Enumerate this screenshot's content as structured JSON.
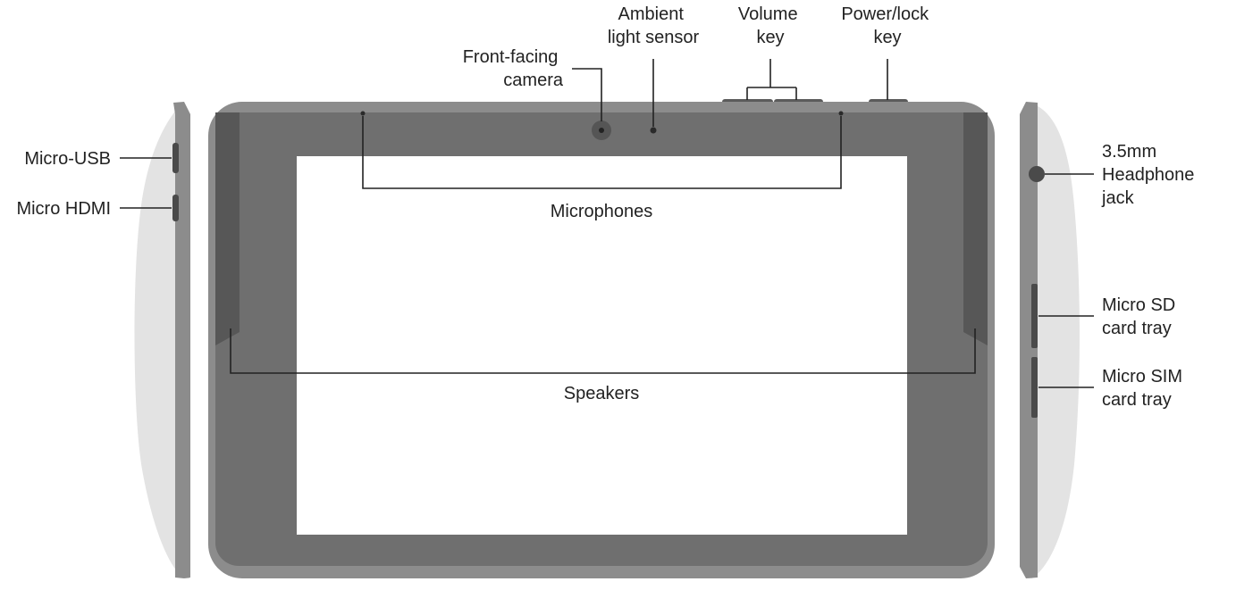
{
  "labels": {
    "front_camera": [
      "Front-facing",
      "camera"
    ],
    "ambient_light_sensor": [
      "Ambient",
      "light sensor"
    ],
    "volume_key": [
      "Volume",
      "key"
    ],
    "power_lock_key": [
      "Power/lock",
      "key"
    ],
    "micro_usb": "Micro-USB",
    "micro_hdmi": "Micro HDMI",
    "microphones": "Microphones",
    "speakers": "Speakers",
    "headphone_jack": [
      "3.5mm",
      "Headphone",
      "jack"
    ],
    "micro_sd_tray": [
      "Micro SD",
      "card tray"
    ],
    "micro_sim_tray": [
      "Micro SIM",
      "card tray"
    ]
  },
  "colors": {
    "outer_shell": "#8c8c8c",
    "bezel": "#6f6f6f",
    "speaker_grille": "#575757",
    "screen": "#ffffff",
    "side_light": "#e3e3e3",
    "side_dark": "#8c8c8c",
    "port": "#4a4a4a",
    "line": "#222222"
  }
}
